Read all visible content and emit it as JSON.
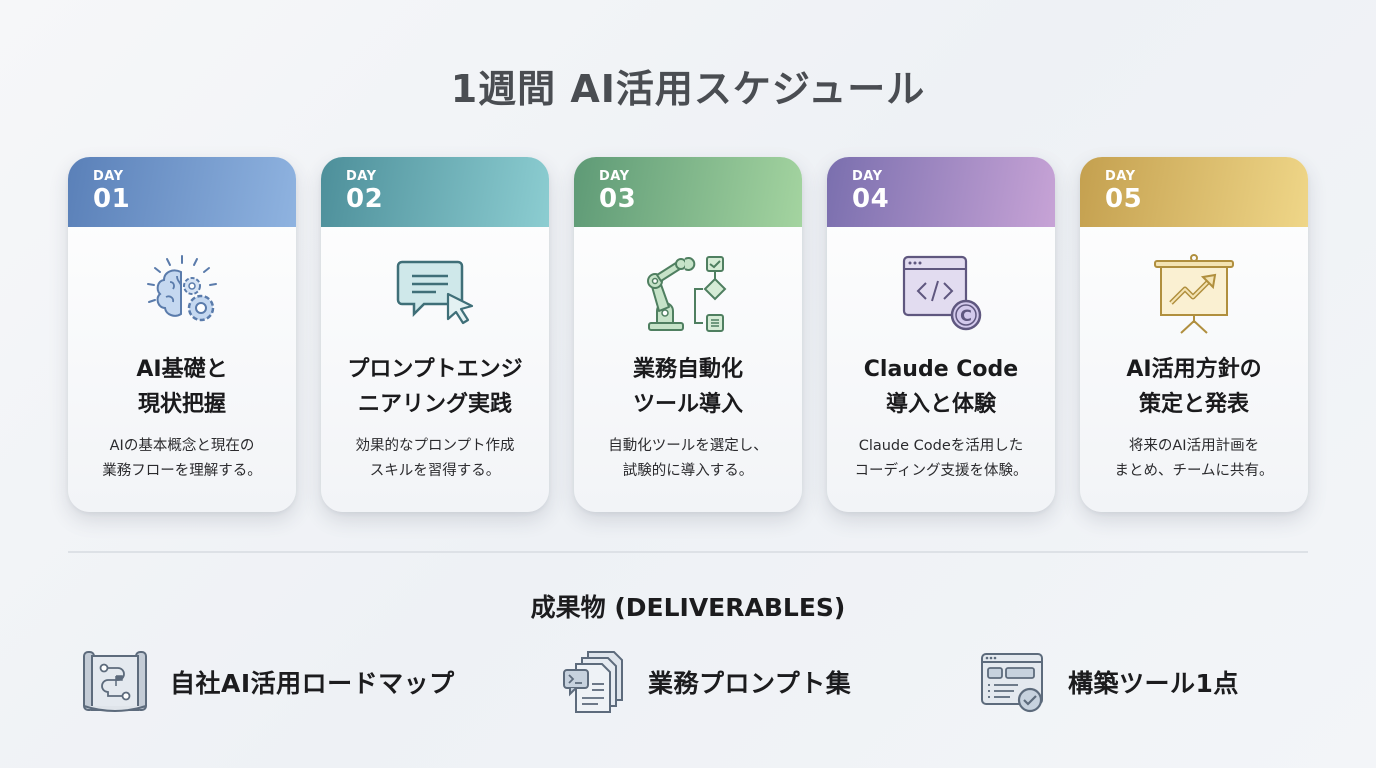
{
  "header": {
    "title": "1週間 AI活用スケジュール"
  },
  "days": [
    {
      "day_label": "DAY",
      "day_number": "01",
      "title": "AI基礎と\n現状把握",
      "description": "AIの基本概念と現在の\n業務フローを理解する。",
      "icon": "brain-gear-icon",
      "color_start": "#5a80b8",
      "color_end": "#8fb3e0"
    },
    {
      "day_label": "DAY",
      "day_number": "02",
      "title": "プロンプトエンジ\nニアリング実践",
      "description": "効果的なプロンプト作成\nスキルを習得する。",
      "icon": "chat-cursor-icon",
      "color_start": "#4d8f9a",
      "color_end": "#8ccdd1"
    },
    {
      "day_label": "DAY",
      "day_number": "03",
      "title": "業務自動化\nツール導入",
      "description": "自動化ツールを選定し、\n試験的に導入する。",
      "icon": "robot-arm-flow-icon",
      "color_start": "#5e9a76",
      "color_end": "#a4d4a0"
    },
    {
      "day_label": "DAY",
      "day_number": "04",
      "title": "Claude Code\n導入と体験",
      "description": "Claude Codeを活用した\nコーディング支援を体験。",
      "icon": "code-window-icon",
      "color_start": "#7a6fae",
      "color_end": "#c7a3d6"
    },
    {
      "day_label": "DAY",
      "day_number": "05",
      "title": "AI活用方針の\n策定と発表",
      "description": "将来のAI活用計画を\nまとめ、チームに共有。",
      "icon": "presentation-chart-icon",
      "color_start": "#c4a04f",
      "color_end": "#efd688"
    }
  ],
  "deliverables": {
    "title": "成果物 (DELIVERABLES)",
    "items": [
      {
        "label": "自社AI活用ロードマップ",
        "icon": "roadmap-icon"
      },
      {
        "label": "業務プロンプト集",
        "icon": "prompt-documents-icon"
      },
      {
        "label": "構築ツール1点",
        "icon": "app-check-icon"
      }
    ]
  }
}
